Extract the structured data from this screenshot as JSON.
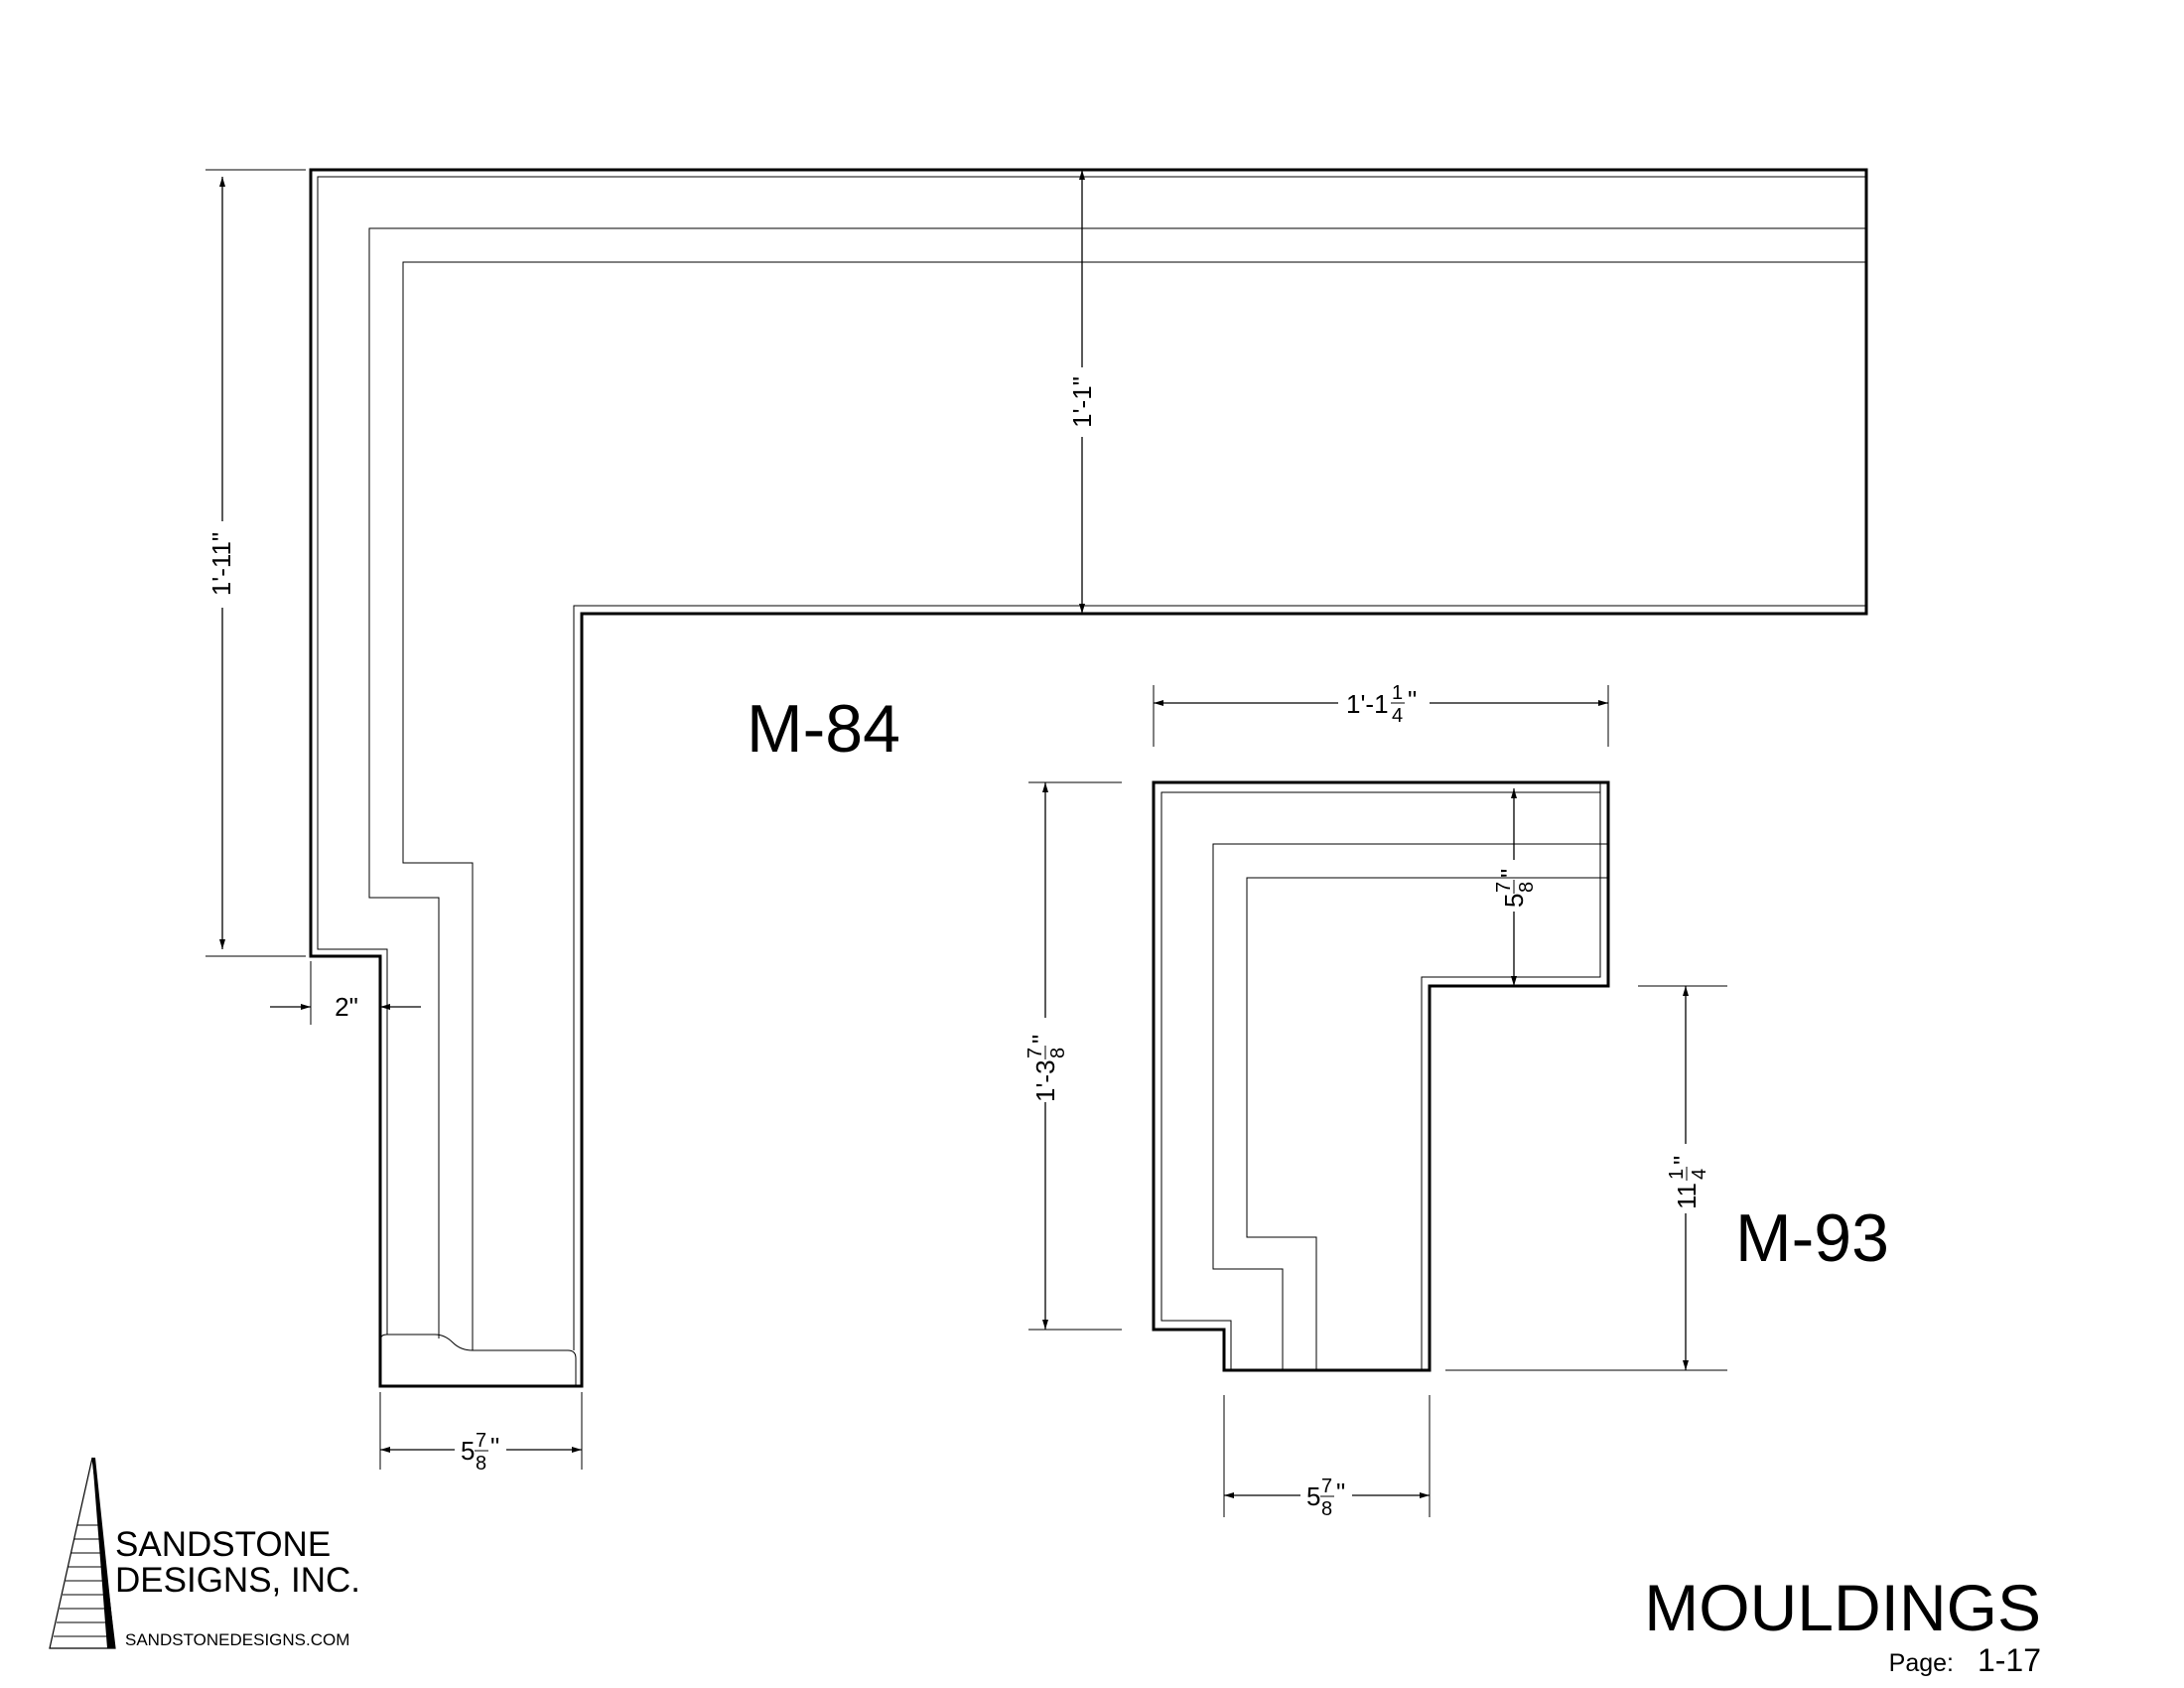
{
  "profiles": {
    "m84": {
      "label": "M-84",
      "dimensions": {
        "height": "1'-11\"",
        "top_depth": "1'-1\"",
        "step": "2\"",
        "base_whole": "5",
        "base_num": "7",
        "base_den": "8",
        "base_unit": "\""
      }
    },
    "m93": {
      "label": "M-93",
      "dimensions": {
        "width_whole": "1'-1",
        "width_num": "1",
        "width_den": "4",
        "width_unit": "\"",
        "height_whole": "1'-3",
        "height_num": "7",
        "height_den": "8",
        "height_unit": "\"",
        "top_whole": "5",
        "top_num": "7",
        "top_den": "8",
        "top_unit": "\"",
        "right_whole": "11",
        "right_num": "1",
        "right_den": "4",
        "right_unit": "\"",
        "base_whole": "5",
        "base_num": "7",
        "base_den": "8",
        "base_unit": "\""
      }
    }
  },
  "logo": {
    "line1": "SANDSTONE",
    "line2": "DESIGNS, INC.",
    "url": "SANDSTONEDESIGNS.COM"
  },
  "title_block": {
    "title": "MOULDINGS",
    "page_label": "Page:",
    "page_number": "1-17"
  }
}
